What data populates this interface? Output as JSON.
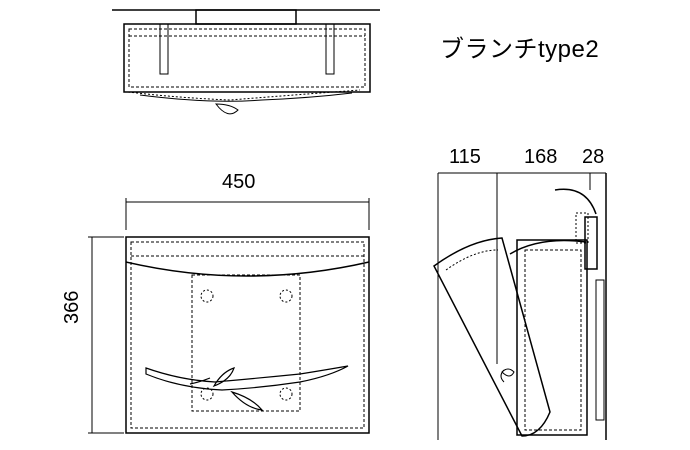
{
  "title": "ブランチtype2",
  "front_view": {
    "width_label": "450",
    "height_label": "366"
  },
  "side_view": {
    "dim1": "115",
    "dim2": "168",
    "dim3": "28"
  }
}
